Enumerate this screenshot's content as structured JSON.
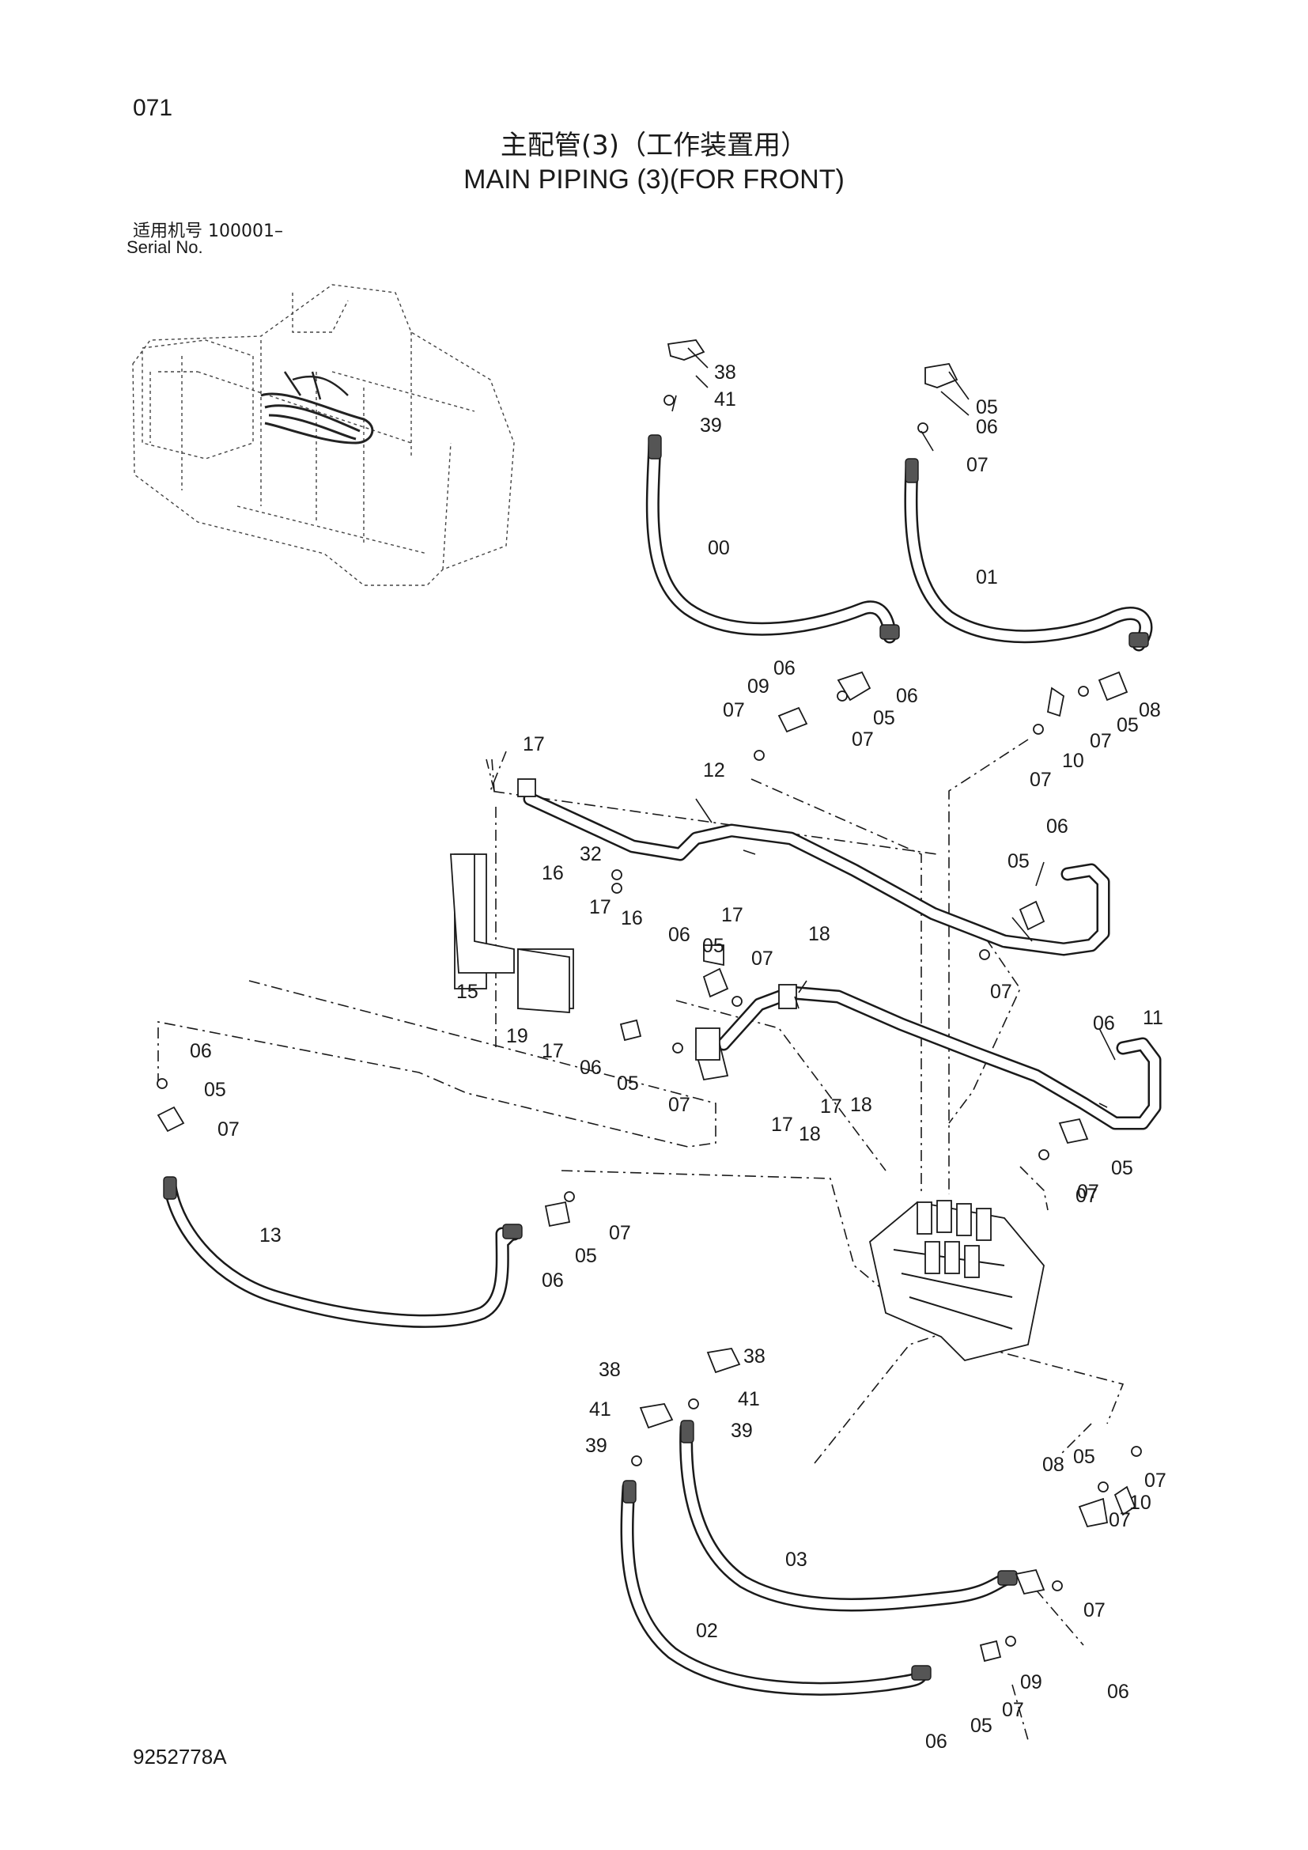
{
  "header": {
    "page_number": "071",
    "title_cn": "主配管(3)（工作装置用）",
    "title_en": "MAIN PIPING (3)(FOR FRONT)",
    "serial_cn": "适用机号  100001–",
    "serial_en": "Serial No."
  },
  "footer": {
    "doc_number": "9252778A"
  },
  "callouts": [
    "38",
    "41",
    "39",
    "05",
    "06",
    "07",
    "00",
    "01",
    "06",
    "09",
    "07",
    "06",
    "05",
    "07",
    "08",
    "05",
    "07",
    "10",
    "07",
    "17",
    "12",
    "32",
    "16",
    "06",
    "05",
    "15",
    "17",
    "16",
    "18",
    "17",
    "06",
    "05",
    "07",
    "07",
    "19",
    "17",
    "06",
    "05",
    "07",
    "06",
    "11",
    "07",
    "05",
    "06",
    "17",
    "18",
    "17",
    "18",
    "07",
    "05",
    "07",
    "13",
    "05",
    "06",
    "07",
    "38",
    "38",
    "41",
    "41",
    "39",
    "39",
    "08",
    "05",
    "07",
    "07",
    "10",
    "03",
    "07",
    "02",
    "09",
    "06",
    "06",
    "05",
    "07"
  ]
}
